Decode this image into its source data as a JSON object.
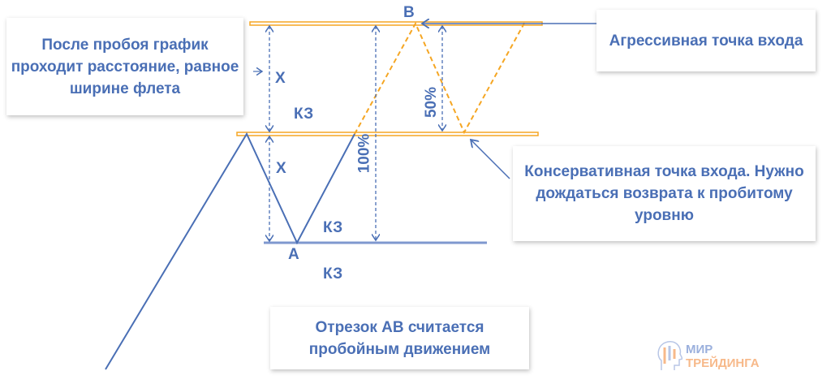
{
  "labels": {
    "b": "B",
    "a": "A",
    "x_top": "X",
    "x_bottom": "X",
    "kz1": "КЗ",
    "kz2": "КЗ",
    "kz3": "КЗ",
    "pct100": "100%",
    "pct50": "50%"
  },
  "notes": {
    "left": "После пробоя график проходит расстояние, равное ширине флета",
    "aggressive": "Агрессивная точка входа",
    "conservative": "Консервативная точка входа. Нужно дождаться возврата к пробитому уровню",
    "bottom": "Отрезок АВ считается пробойным движением"
  },
  "logo": {
    "line1": "МИР",
    "line2": "ТРЕЙДИНГА"
  },
  "colors": {
    "blue": "#4a6fb5",
    "orange": "#f5a623"
  }
}
